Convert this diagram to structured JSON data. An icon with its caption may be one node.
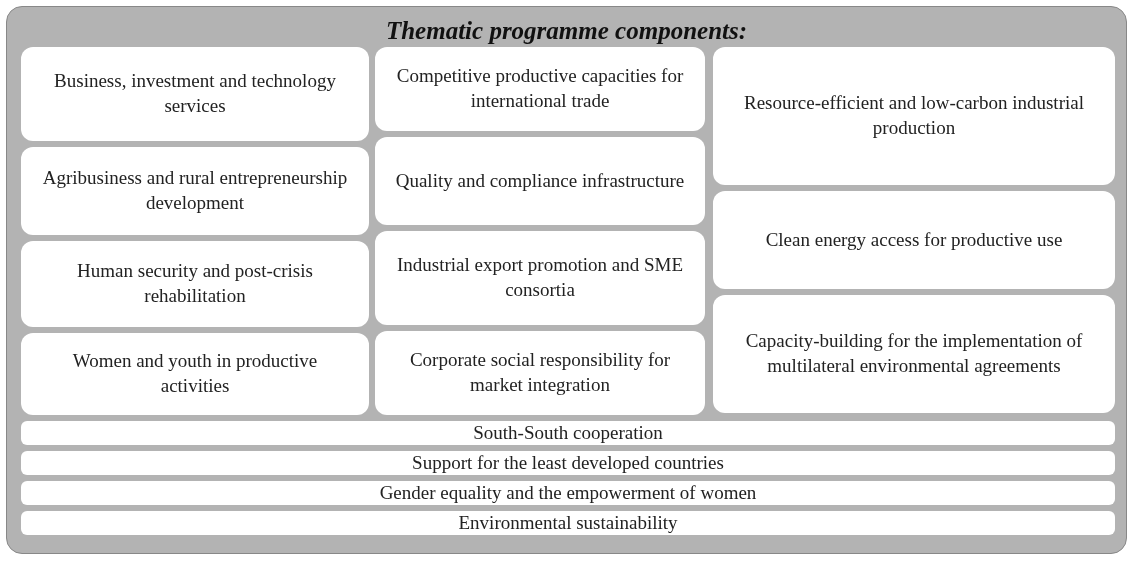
{
  "diagram": {
    "nodes": [
      {
        "text": [
          "Thematic programme components:"
        ]
      },
      {
        "text": [
          "Business, investment and technology services"
        ],
        "in": 0
      },
      {
        "text": [
          "Competitive productive capacities for international trade"
        ],
        "in": 0
      },
      {
        "text": [
          "Resource-efficient and low-carbon industrial production"
        ],
        "in": 0
      },
      {
        "text": [
          "Agribusiness and rural entrepreneurship development"
        ],
        "in": 0
      },
      {
        "text": [
          "Quality and compliance infrastructure"
        ],
        "in": 0
      },
      {
        "text": [
          "Clean energy access for productive use"
        ],
        "in": 0
      },
      {
        "text": [
          "Human security and post-crisis rehabilitation"
        ],
        "in": 0
      },
      {
        "text": [
          "Industrial export promotion and SME consortia"
        ],
        "in": 0
      },
      {
        "text": [
          "Capacity-building for the implementation of multilateral environmental agreements"
        ],
        "in": 0
      },
      {
        "text": [
          "Women and youth in productive activities"
        ],
        "in": 0
      },
      {
        "text": [
          "Corporate social responsibility for market integration"
        ],
        "in": 0
      },
      {
        "text": [
          "South-South cooperation"
        ],
        "in": 0
      },
      {
        "text": [
          "Support for the least developed countries"
        ],
        "in": 0
      },
      {
        "text": [
          "Gender equality and the empowerment of women"
        ],
        "in": 0
      },
      {
        "text": [
          "Environmental sustainability"
        ],
        "in": 0
      }
    ]
  }
}
